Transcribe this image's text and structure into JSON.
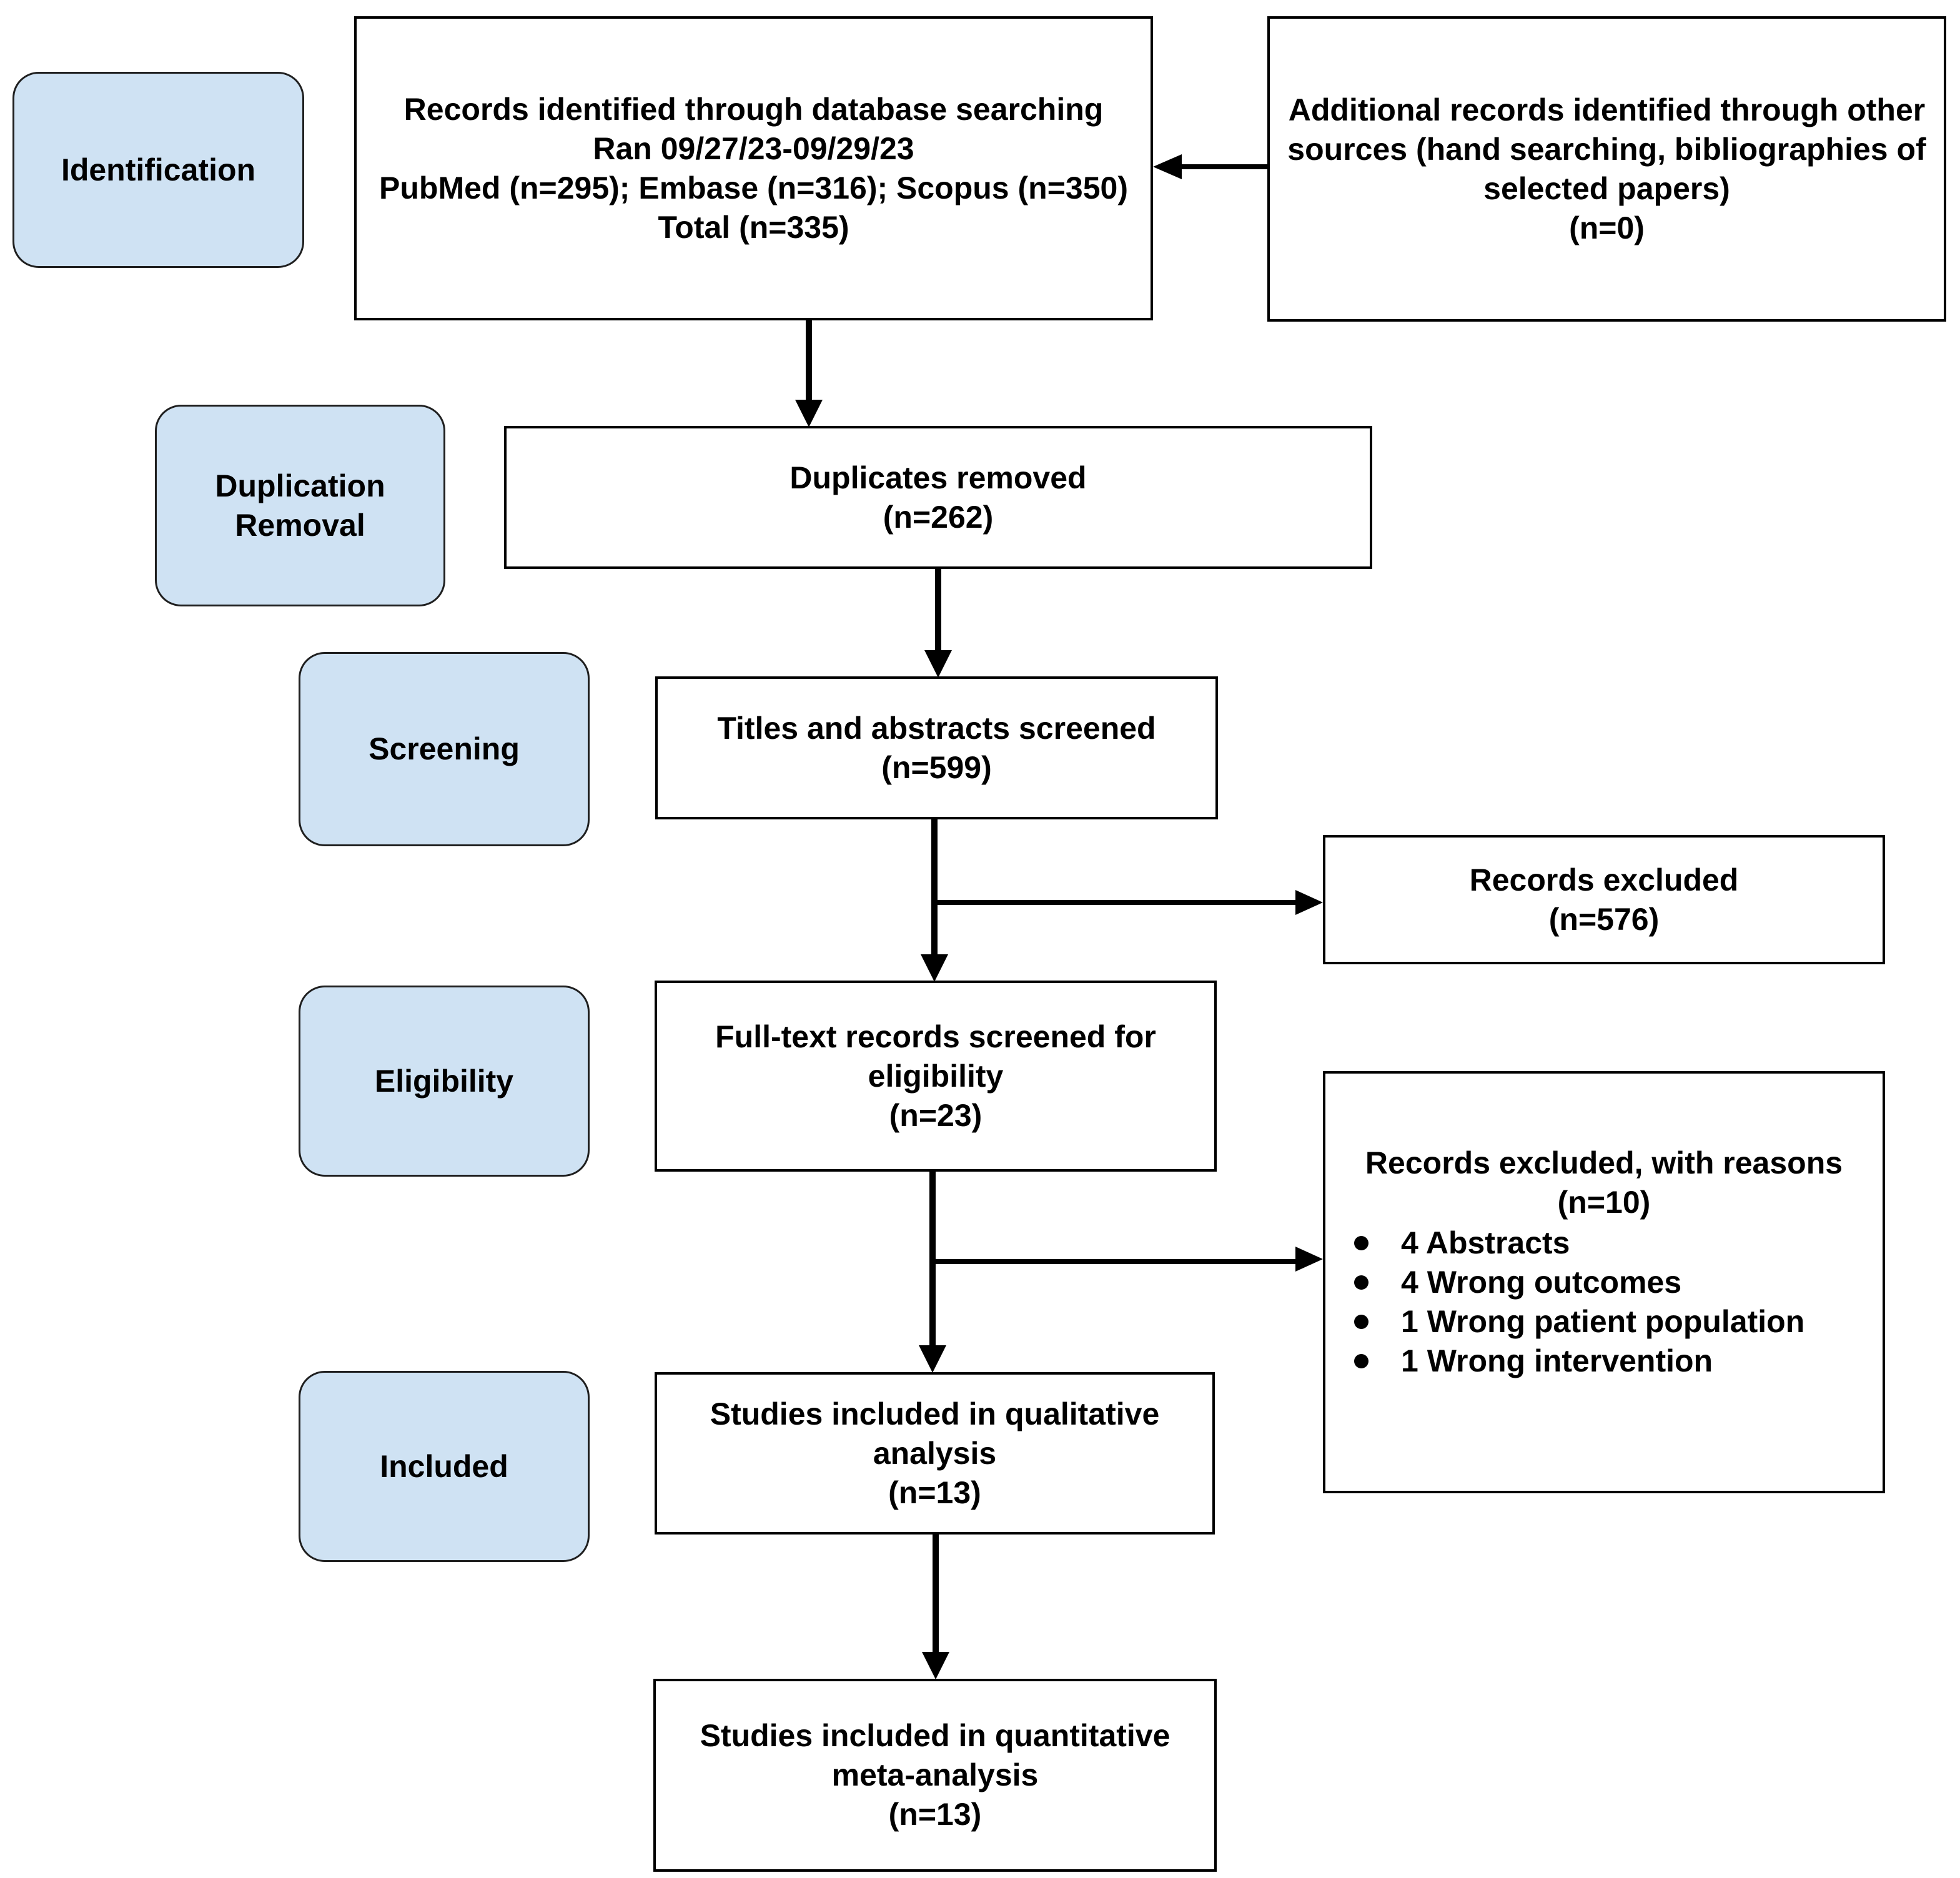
{
  "colors": {
    "background": "#ffffff",
    "stage_box_fill": "#cfe2f3",
    "box_fill": "#ffffff",
    "border": "#000000",
    "text": "#000000",
    "arrow": "#000000"
  },
  "stages": {
    "identification": "Identification",
    "duplication_removal": "Duplication Removal",
    "screening": "Screening",
    "eligibility": "Eligibility",
    "included": "Included"
  },
  "boxes": {
    "records_identified": {
      "lines": [
        "Records identified through database searching",
        "Ran 09/27/23-09/29/23",
        "PubMed (n=295); Embase (n=316); Scopus (n=350)",
        "Total (n=335)"
      ]
    },
    "additional_records": {
      "lines": [
        "Additional records identified through other",
        "sources (hand searching, bibliographies of",
        "selected papers)",
        "(n=0)"
      ]
    },
    "duplicates_removed": {
      "lines": [
        "Duplicates removed",
        "(n=262)"
      ]
    },
    "titles_abstracts_screened": {
      "lines": [
        "Titles and abstracts screened",
        "(n=599)"
      ]
    },
    "records_excluded": {
      "lines": [
        "Records excluded",
        "(n=576)"
      ]
    },
    "fulltext_screened": {
      "lines": [
        "Full-text records screened for",
        "eligibility",
        "(n=23)"
      ]
    },
    "records_excluded_reasons": {
      "title": "Records excluded, with reasons",
      "count": "(n=10)",
      "bullets": [
        "4 Abstracts",
        "4 Wrong outcomes",
        "1 Wrong patient population",
        "1 Wrong intervention"
      ]
    },
    "qualitative_analysis": {
      "lines": [
        "Studies included in qualitative",
        "analysis",
        "(n=13)"
      ]
    },
    "quantitative_meta_analysis": {
      "lines": [
        "Studies included in quantitative",
        "meta-analysis",
        "(n=13)"
      ]
    }
  }
}
